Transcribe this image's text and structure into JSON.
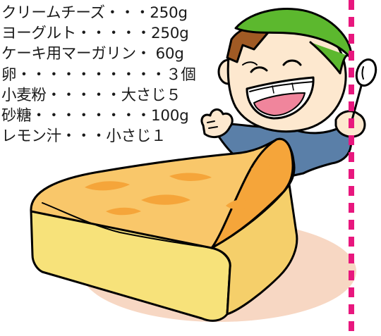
{
  "ingredients": [
    "クリームチーズ・・・250g",
    "ヨーグルト・・・・・250g",
    "ケーキ用マーガリン・ 60g",
    "卵・・・・・・・・・・３個",
    "小麦粉・・・・・大さじ５",
    "砂糖・・・・・・・・100g",
    "レモン汁・・・小さじ１"
  ],
  "colors": {
    "divider": "#e8177e",
    "cap": "#5cb82e",
    "shirt": "#5a7fa8",
    "hair": "#a05a24",
    "cake_body": "#f7e27a",
    "cake_crust": "#f5a53a",
    "cake_crust_light": "#f9c76a",
    "skin": "#fde8cf",
    "shadow": "#f7d7c3"
  },
  "icons": [
    "spoon-icon",
    "boy-illustration",
    "cheesecake-illustration"
  ]
}
